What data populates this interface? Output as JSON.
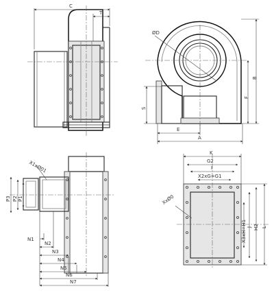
{
  "labels": {
    "C": "C",
    "T": "T",
    "D": "ØD",
    "A": "A",
    "B": "B",
    "E": "E",
    "F": "F",
    "S": "S",
    "K": "K",
    "G2": "G2",
    "I": "I",
    "X2": "X2xG=G1",
    "Xx": "XxØ0",
    "X3": "X3xH=H1",
    "J": "J",
    "H2": "H2",
    "L": "L",
    "X1": "X1xØ01",
    "P1": "P1",
    "P2": "P2",
    "P3": "P3",
    "N1": "N1",
    "N2": "N2",
    "N3": "N3",
    "N4": "N4",
    "N5": "N5",
    "N6": "N6",
    "N7": "N7"
  }
}
